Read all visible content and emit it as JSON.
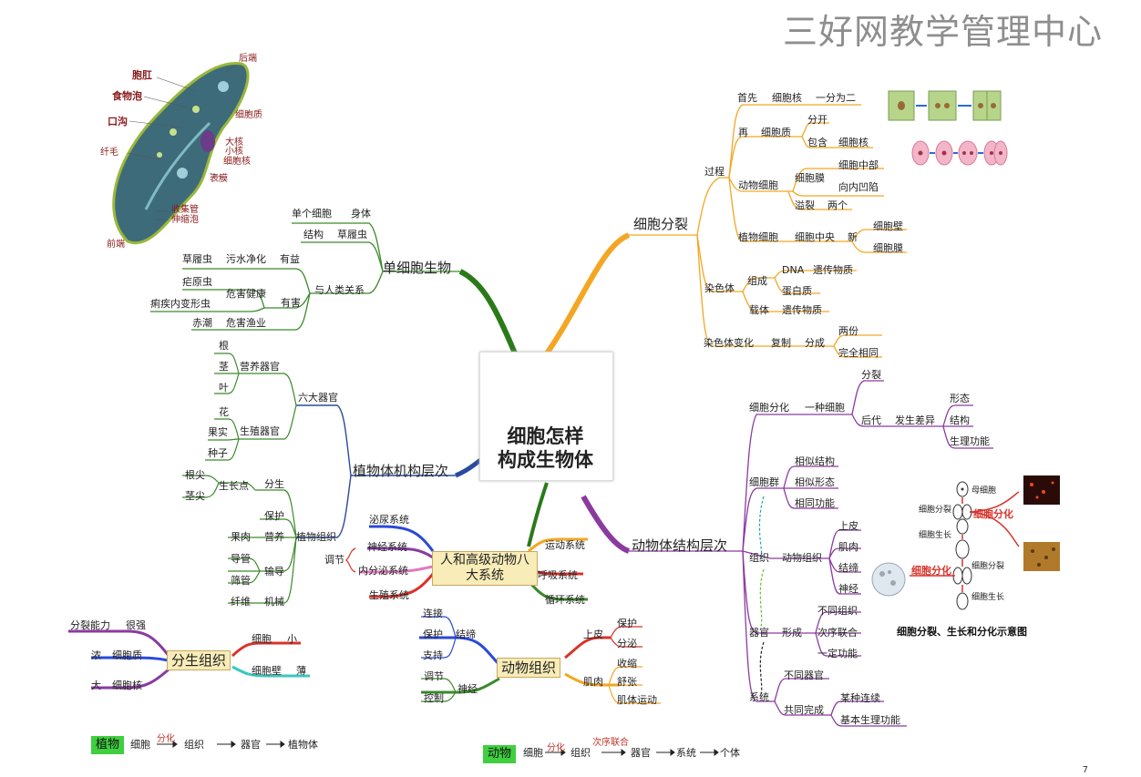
{
  "watermark": "三好网教学管理中心",
  "page_number": "7",
  "center": {
    "line1": "细胞怎样",
    "line2": "构成生物体"
  },
  "branches": {
    "cell_division": "细胞分裂",
    "single_cell": "单细胞生物",
    "plant_structure": "植物体机构层次",
    "animal_structure": "动物体结构层次",
    "eight_systems": "人和高级动物八大系统",
    "meristem": "分生组织",
    "animal_tissue": "动物组织"
  },
  "paramecium": {
    "labels": [
      "后端",
      "胞肛",
      "食物泡",
      "口沟",
      "细胞质",
      "纤毛",
      "大核",
      "小核",
      "细胞核",
      "表膜",
      "收集管",
      "伸缩泡",
      "前端"
    ]
  },
  "cell_division_tree": {
    "process": "过程",
    "first": "首先",
    "nucleus1": "细胞核",
    "split_two": "一分为二",
    "then": "再",
    "cytoplasm": "细胞质",
    "separate": "分开",
    "contain": "包含",
    "nucleus2": "细胞核",
    "animal_cell": "动物细胞",
    "membrane": "细胞膜",
    "mid": "细胞中部",
    "inward": "向内凹陷",
    "pinch": "溢裂",
    "two": "两个",
    "plant_cell": "植物细胞",
    "center": "细胞中央",
    "new": "新",
    "wall": "细胞壁",
    "membrane2": "细胞膜",
    "chromosome": "染色体",
    "composed": "组成",
    "dna": "DNA",
    "genetic": "遗传物质",
    "protein": "蛋白质",
    "carrier": "载体",
    "genetic2": "遗传物质",
    "chrom_change": "染色体变化",
    "copy": "复制",
    "divide": "分成",
    "two_parts": "两份",
    "identical": "完全相同"
  },
  "single_cell_tree": {
    "one_cell": "单个细胞",
    "body": "身体",
    "structure": "结构",
    "paramecium": "草履虫",
    "relation": "与人类关系",
    "beneficial": "有益",
    "paramecium2": "草履虫",
    "purify": "污水净化",
    "harmful": "有害",
    "plasmodium": "疟原虫",
    "amoeba": "痢疾内变形虫",
    "health": "危害健康",
    "red_tide": "赤潮",
    "fishery": "危害渔业"
  },
  "plant_tree": {
    "six_organs": "六大器官",
    "nutrient_organs": "营养器官",
    "root": "根",
    "stem": "茎",
    "leaf": "叶",
    "repro_organs": "生殖器官",
    "flower": "花",
    "fruit": "果实",
    "seed": "种子",
    "plant_tissue": "植物组织",
    "growth_point": "生长点",
    "root_tip": "根尖",
    "stem_tip": "茎尖",
    "divide": "分生",
    "protect": "保护",
    "pulp": "果肉",
    "nutrient": "营养",
    "vessel": "导管",
    "sieve": "筛管",
    "transport": "输导",
    "fiber": "纤维",
    "mechanical": "机械"
  },
  "systems": {
    "left": [
      "泌尿系统",
      "神经系统",
      "内分泌系统",
      "生殖系统"
    ],
    "right": [
      "运动系统",
      "呼吸系统",
      "循环系统"
    ],
    "regulate": "调节"
  },
  "meristem_tree": {
    "ability": "分裂能力",
    "strong": "很强",
    "dense": "浓",
    "cytoplasm": "细胞质",
    "large": "大",
    "nucleus": "细胞核",
    "cell": "细胞",
    "small": "小",
    "wall": "细胞壁",
    "thin": "薄"
  },
  "animal_tissue_tree": {
    "connective": "结缔",
    "connect": "连接",
    "protect": "保护",
    "support": "支持",
    "nerve": "神经",
    "regulate": "调节",
    "control": "控制",
    "epithelium": "上皮",
    "protect2": "保护",
    "secrete": "分泌",
    "muscle": "肌肉",
    "contract": "收缩",
    "relax": "舒张",
    "movement": "肌体运动"
  },
  "animal_structure_tree": {
    "differentiation": "细胞分化",
    "one_cell": "一种细胞",
    "split": "分裂",
    "later": "后代",
    "difference": "发生差异",
    "shape": "形态",
    "structure": "结构",
    "function": "生理功能",
    "group": "细胞群",
    "similar_struct": "相似结构",
    "similar_shape": "相似形态",
    "same_func": "相同功能",
    "tissue": "组织",
    "animal_tissue": "动物组织",
    "epithelium": "上皮",
    "muscle": "肌肉",
    "connective": "结缔",
    "nerve": "神经",
    "organ": "器官",
    "form": "形成",
    "diff_tissue": "不同组织",
    "order": "次序联合",
    "certain_func": "一定功能",
    "system": "系统",
    "diff_organ": "不同器官",
    "together": "共同完成",
    "continuous": "某种连续",
    "basic_func": "基本生理功能"
  },
  "diff_diagram": {
    "title": "细胞分裂、生长和分化示意图",
    "mother": "母细胞",
    "division1": "细胞分裂",
    "growth1": "细胞生长",
    "differentiation1": "细胞分化",
    "division2": "细胞分裂",
    "differentiation2": "细胞分化",
    "growth2": "细胞生长"
  },
  "bottom": {
    "plant_tag": "植物",
    "plant_cell": "细胞",
    "plant_diff": "分化",
    "plant_tissue": "组织",
    "plant_organ": "器官",
    "plant_body": "植物体",
    "animal_tag": "动物",
    "animal_cell": "细胞",
    "animal_diff": "分化",
    "animal_order": "次序联合",
    "animal_tissue": "组织",
    "animal_organ": "器官",
    "animal_system": "系统",
    "animal_body": "个体"
  },
  "colors": {
    "orange": "#f4a623",
    "green": "#3a8a2a",
    "purple": "#8b3aa0",
    "red": "#d9332b",
    "blue": "#2a4ad9",
    "teal": "#23a87a",
    "pink": "#e07ac0"
  }
}
